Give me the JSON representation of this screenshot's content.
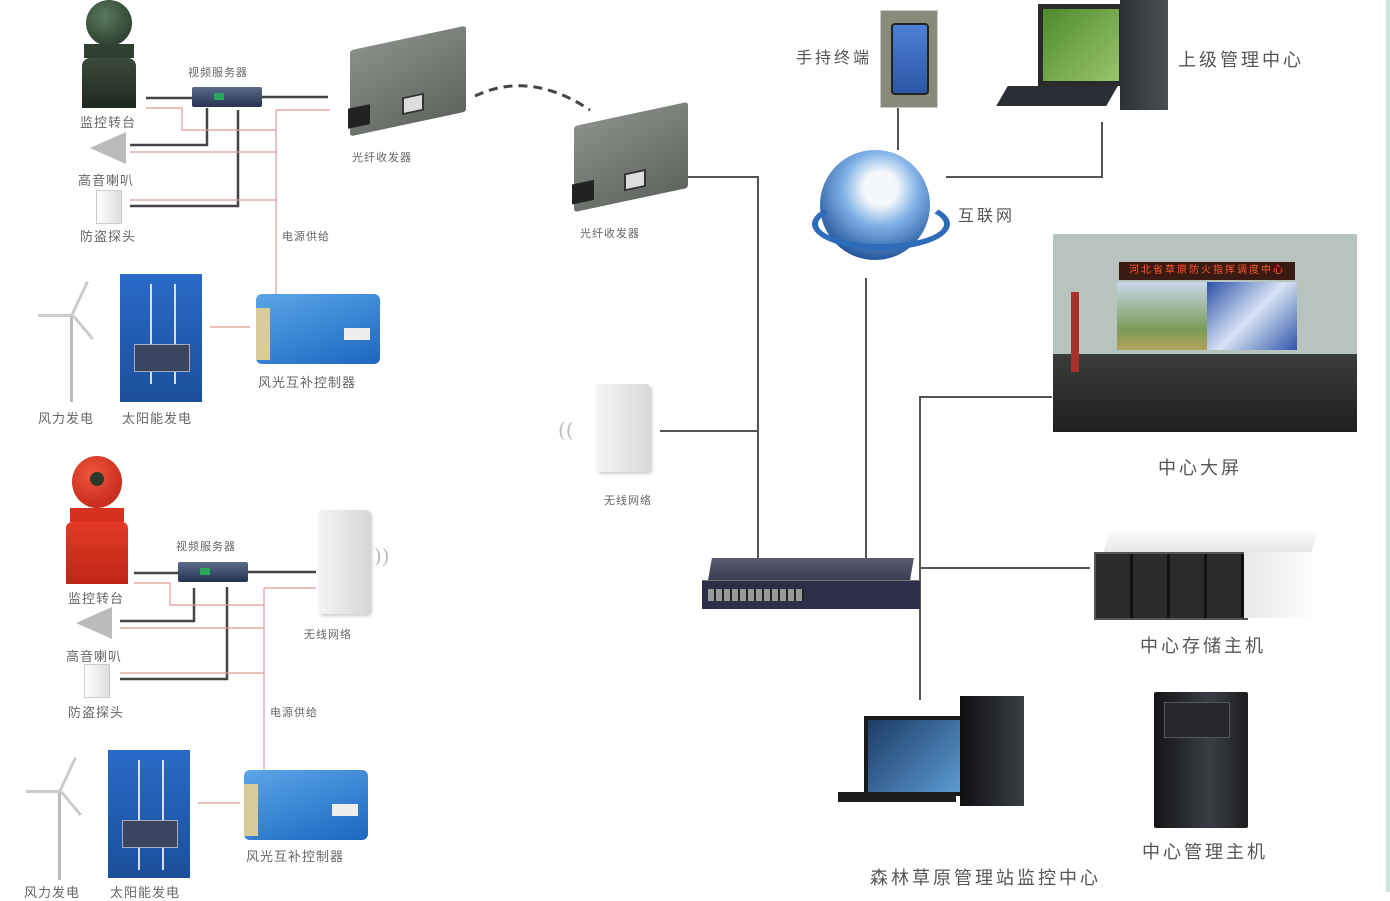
{
  "site_a": {
    "camera": "监控转台",
    "video_server": "视频服务器",
    "speaker": "高音喇叭",
    "detector": "防盗探头",
    "power_supply": "电源供给",
    "wind": "风力发电",
    "solar": "太阳能发电",
    "controller": "风光互补控制器",
    "transceiver": "光纤收发器"
  },
  "site_b": {
    "camera": "监控转台",
    "video_server": "视频服务器",
    "speaker": "高音喇叭",
    "detector": "防盗探头",
    "power_supply": "电源供给",
    "wind": "风力发电",
    "solar": "太阳能发电",
    "controller": "风光互补控制器",
    "wireless": "无线网络"
  },
  "middle": {
    "transceiver": "光纤收发器",
    "wireless": "无线网络"
  },
  "center": {
    "handheld": "手持终端",
    "upper_center": "上级管理中心",
    "internet": "互联网",
    "big_screen": "中心大屏",
    "big_screen_banner": "河北省草原防火指挥调度中心",
    "storage": "中心存储主机",
    "management_host": "中心管理主机",
    "station": "森林草原管理站监控中心"
  }
}
